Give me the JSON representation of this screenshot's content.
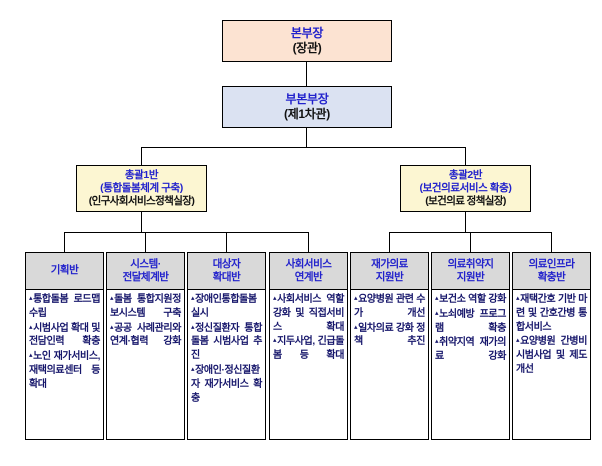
{
  "org_chart": {
    "type": "hierarchy",
    "nodes": {
      "root": {
        "title": "본부장",
        "subtitle": "(장관)",
        "bg_color": "#fce3d2"
      },
      "deputy": {
        "title": "부본부장",
        "subtitle": "(제1차관)",
        "bg_color": "#dbe2f2"
      }
    },
    "groups": [
      {
        "name": "총괄1반",
        "scope": "(통합돌봄체계 구축)",
        "owner": "(인구사회서비스정책실장)",
        "bg_color": "#fcf6d2"
      },
      {
        "name": "총괄2반",
        "scope": "(보건의료서비스 확충)",
        "owner": "(보건의료 정책실장)",
        "bg_color": "#fcf6d2"
      }
    ],
    "teams": [
      {
        "group": "총괄1반",
        "head_line1": "기획반",
        "head_line2": "",
        "items": [
          "통합돌봄 로드맵 수립",
          "시범사업 확대 및 전담인력 확충",
          "노인 재가서비스, 재택의료센터 등 확대"
        ]
      },
      {
        "group": "총괄1반",
        "head_line1": "시스템·",
        "head_line2": "전달체계반",
        "items": [
          "돌봄 통합지원정보시스템 구축",
          "공공 사례관리와 연계·협력 강화"
        ]
      },
      {
        "group": "총괄1반",
        "head_line1": "대상자",
        "head_line2": "확대반",
        "items": [
          "장애인통합돌봄 실시",
          "정신질환자 통합돌봄 시범사업 추진",
          "장애인·정신질환자 재가서비스 확충"
        ]
      },
      {
        "group": "총괄1반",
        "head_line1": "사회서비스",
        "head_line2": "연계반",
        "items": [
          "사회서비스 역할 강화 및 직접서비스 확대",
          "지두사업, 긴급돌봄 등 확대"
        ]
      },
      {
        "group": "총괄2반",
        "head_line1": "재가의료",
        "head_line2": "지원반",
        "items": [
          "요양병원 관련 수가 개선",
          "일차의료 강화 정책 추진"
        ]
      },
      {
        "group": "총괄2반",
        "head_line1": "의료취약지",
        "head_line2": "지원반",
        "items": [
          "보건소 역할 강화",
          "노쇠예방 프로그램 확충",
          "취약지역 재가의료 강화"
        ]
      },
      {
        "group": "총괄2반",
        "head_line1": "의료인프라",
        "head_line2": "확충반",
        "items": [
          "재택간호 기반 마련 및 간호간병 통합서비스",
          "요양병원 간병비 시범사업 및 제도개선"
        ]
      }
    ],
    "bullet_glyph": "▴",
    "colors": {
      "title_blue": "#2222CC",
      "body_navy": "#16166B",
      "header_gray": "#D9D9D9",
      "line": "#000000"
    }
  }
}
